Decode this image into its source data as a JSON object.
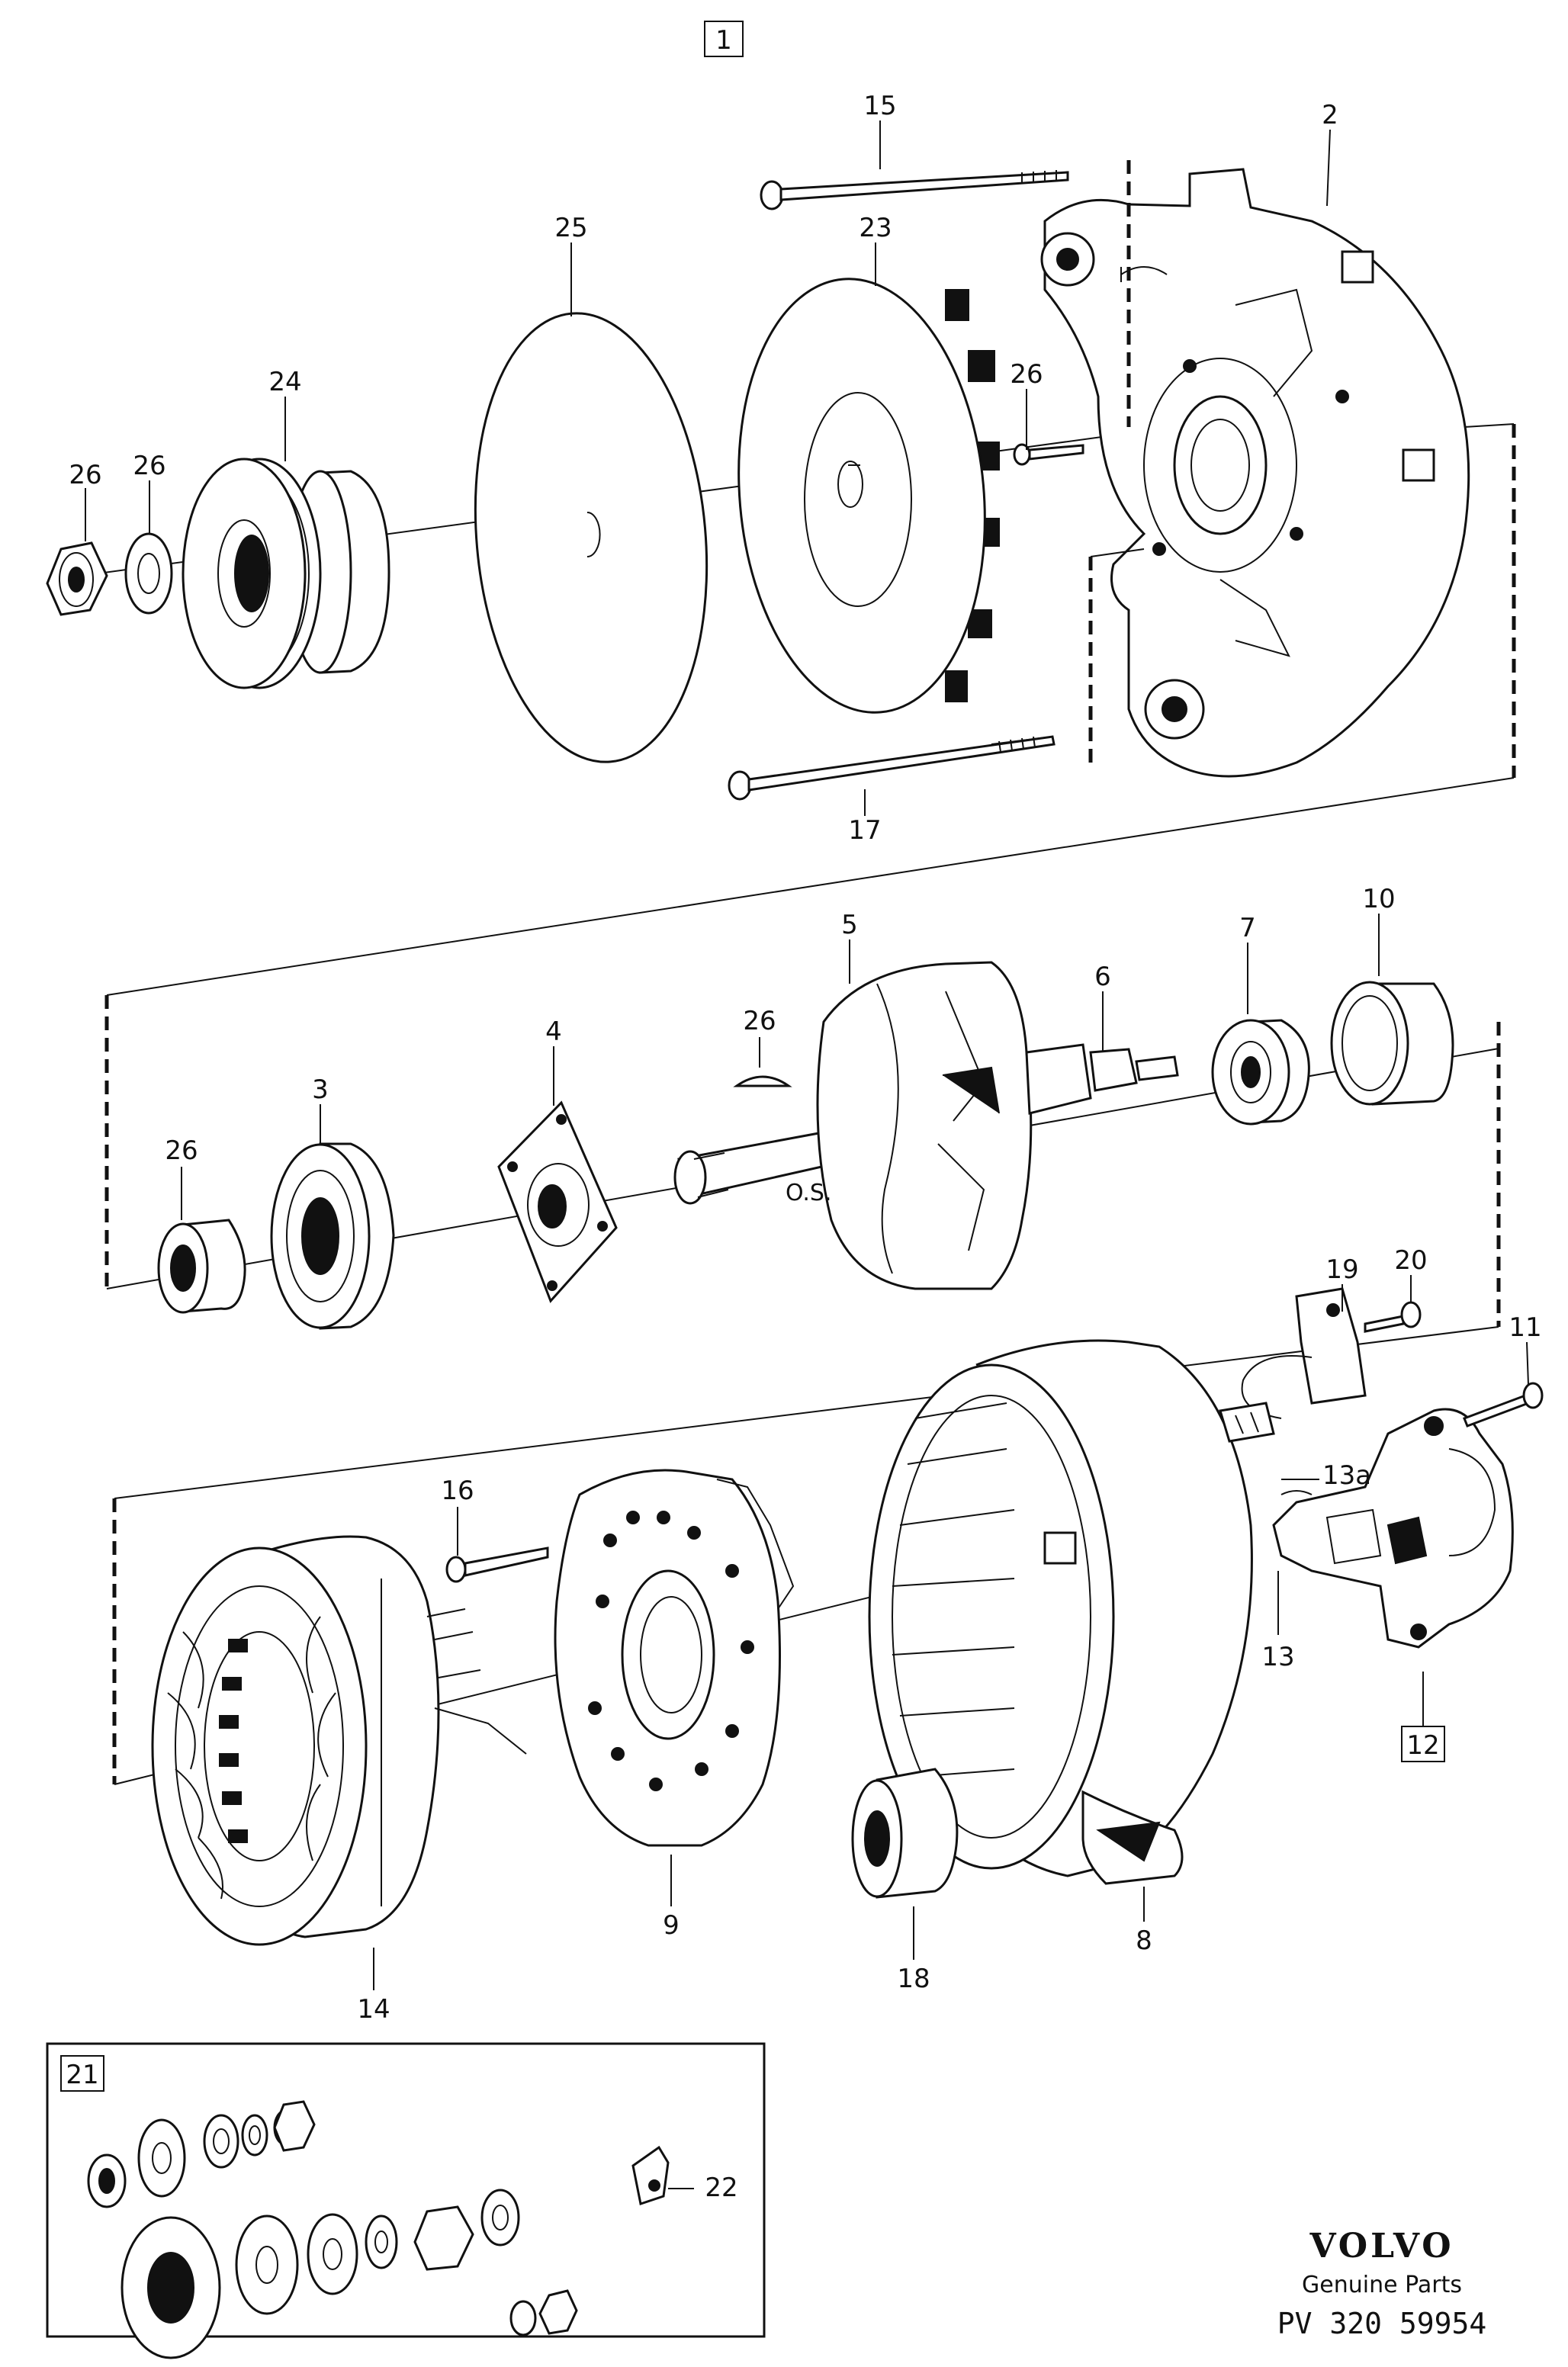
{
  "assembly_ref": "1",
  "callouts": {
    "c2": "2",
    "c3": "3",
    "c4": "4",
    "c5": "5",
    "c6": "6",
    "c7": "7",
    "c8": "8",
    "c9": "9",
    "c10": "10",
    "c11": "11",
    "c13": "13",
    "c13a": "13a",
    "c14": "14",
    "c15": "15",
    "c16": "16",
    "c17": "17",
    "c18": "18",
    "c19": "19",
    "c20": "20",
    "c22": "22",
    "c23": "23",
    "c24": "24",
    "c25": "25",
    "c26a": "26",
    "c26b": "26",
    "c26c": "26",
    "c26d": "26",
    "c26e": "26"
  },
  "boxed": {
    "b12": "12",
    "b21": "21"
  },
  "shaft_mark": "O.S.",
  "footer": {
    "brand": "VOLVO",
    "tagline": "Genuine Parts",
    "code": "PV 320 59954"
  },
  "icons": [
    "alternator-pulley",
    "fan",
    "rotor",
    "stator",
    "rectifier-plate",
    "housing",
    "voltage-regulator",
    "bearing"
  ]
}
